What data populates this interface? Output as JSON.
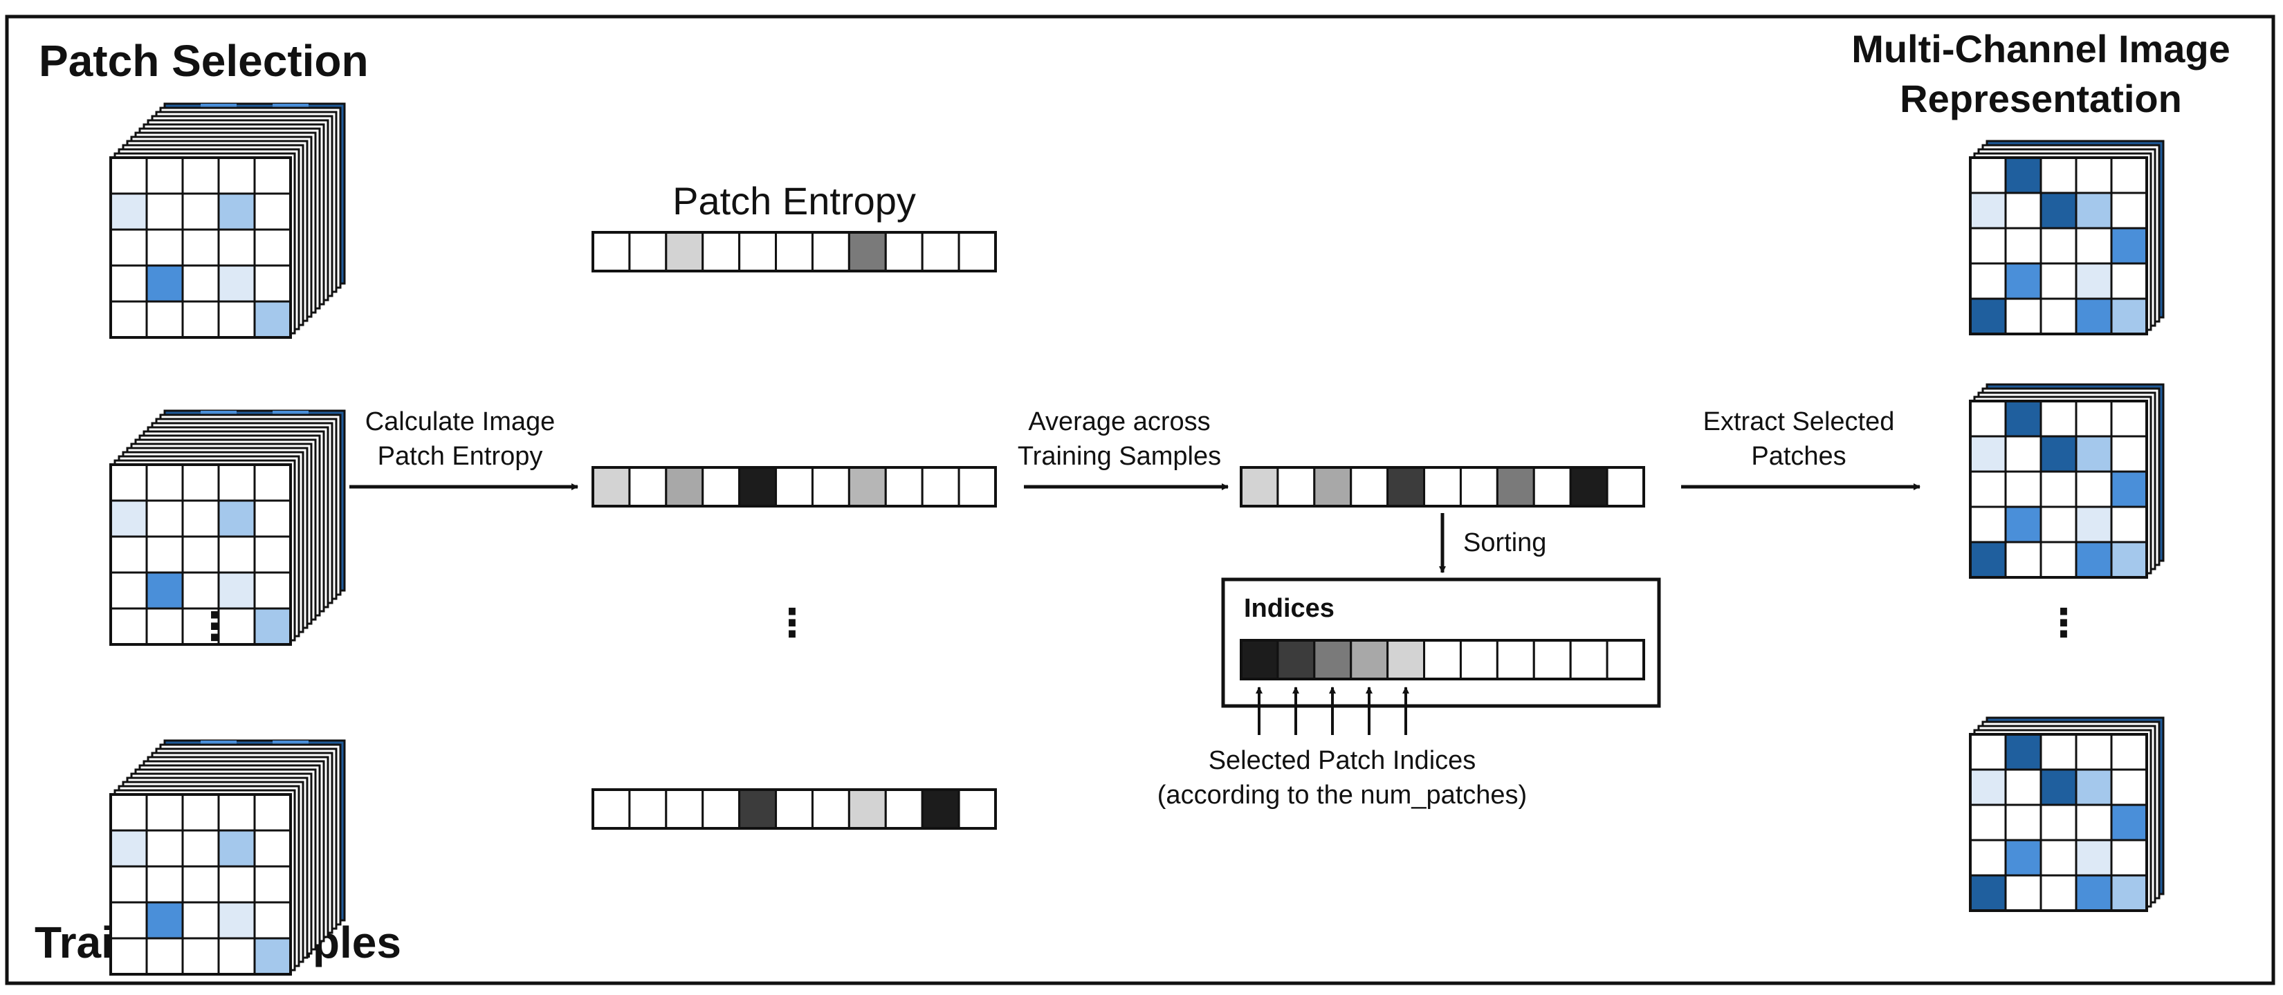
{
  "titles": {
    "patch_selection": "Patch Selection",
    "training_samples": "Training Samples",
    "multi_channel_line1": "Multi-Channel Image",
    "multi_channel_line2": "Representation",
    "patch_entropy": "Patch Entropy",
    "indices": "Indices"
  },
  "labels": {
    "calc_line1": "Calculate Image",
    "calc_line2": "Patch Entropy",
    "avg_line1": "Average across",
    "avg_line2": "Training Samples",
    "extract_line1": "Extract Selected",
    "extract_line2": "Patches",
    "sorting": "Sorting",
    "selected_line1": "Selected Patch Indices",
    "selected_line2": "(according to the num_patches)"
  },
  "ellipsis": "⋮",
  "colors": {
    "border": "#111111",
    "cube_back": "#1f5a99",
    "light_blue": "#dde9f6",
    "mid_blue": "#a4c8ec",
    "bright_blue": "#4a8fd9",
    "dark_blue": "#1f5f9e"
  },
  "grids": {
    "sample": [
      [
        0,
        0,
        0,
        0,
        0
      ],
      [
        1,
        0,
        0,
        2,
        0
      ],
      [
        0,
        0,
        0,
        0,
        0
      ],
      [
        0,
        3,
        0,
        1,
        0
      ],
      [
        0,
        0,
        0,
        0,
        2
      ]
    ],
    "output": [
      [
        0,
        4,
        0,
        0,
        0
      ],
      [
        1,
        0,
        4,
        2,
        0
      ],
      [
        0,
        0,
        0,
        0,
        3
      ],
      [
        0,
        3,
        0,
        1,
        0
      ],
      [
        4,
        0,
        0,
        3,
        2
      ]
    ]
  },
  "entropy_vectors": [
    [
      "#ffffff",
      "#ffffff",
      "#d3d3d3",
      "#ffffff",
      "#ffffff",
      "#ffffff",
      "#ffffff",
      "#7a7a7a",
      "#ffffff",
      "#ffffff",
      "#ffffff"
    ],
    [
      "#d3d3d3",
      "#ffffff",
      "#a8a8a8",
      "#ffffff",
      "#1c1c1c",
      "#ffffff",
      "#ffffff",
      "#b6b6b6",
      "#ffffff",
      "#ffffff",
      "#ffffff"
    ],
    [
      "#ffffff",
      "#ffffff",
      "#ffffff",
      "#ffffff",
      "#3c3c3c",
      "#ffffff",
      "#ffffff",
      "#d3d3d3",
      "#ffffff",
      "#1c1c1c",
      "#ffffff"
    ]
  ],
  "average_vector": [
    "#d3d3d3",
    "#ffffff",
    "#a8a8a8",
    "#ffffff",
    "#3c3c3c",
    "#ffffff",
    "#ffffff",
    "#7a7a7a",
    "#ffffff",
    "#1c1c1c",
    "#ffffff"
  ],
  "indices_vector": [
    "#1c1c1c",
    "#3c3c3c",
    "#7a7a7a",
    "#a8a8a8",
    "#d3d3d3",
    "#ffffff",
    "#ffffff",
    "#ffffff",
    "#ffffff",
    "#ffffff",
    "#ffffff"
  ]
}
